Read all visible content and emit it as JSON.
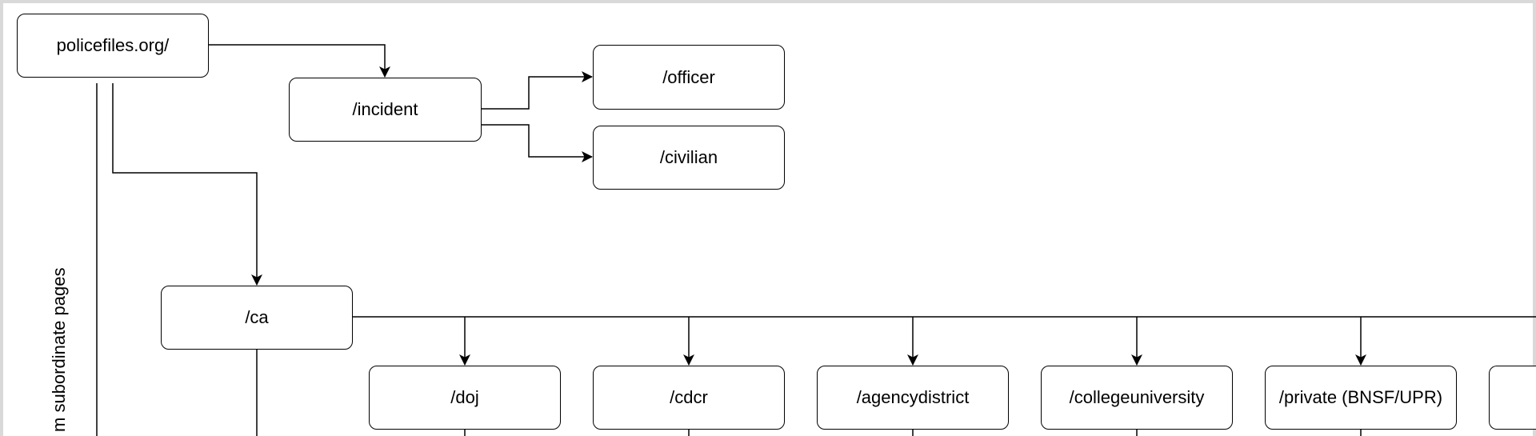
{
  "nodes": {
    "root": "policefiles.org/",
    "incident": "/incident",
    "officer": "/officer",
    "civilian": "/civilian",
    "ca": "/ca",
    "doj": "/doj",
    "cdcr": "/cdcr",
    "agencydistrict": "/agencydistrict",
    "collegeuniversity": "/collegeuniversity",
    "private": "/private (BNSF/UPR)",
    "next": ""
  },
  "side_label": "m subordinate pages",
  "colors": {
    "stroke": "#000000",
    "frame": "#d9d9d9",
    "background": "#ffffff"
  }
}
